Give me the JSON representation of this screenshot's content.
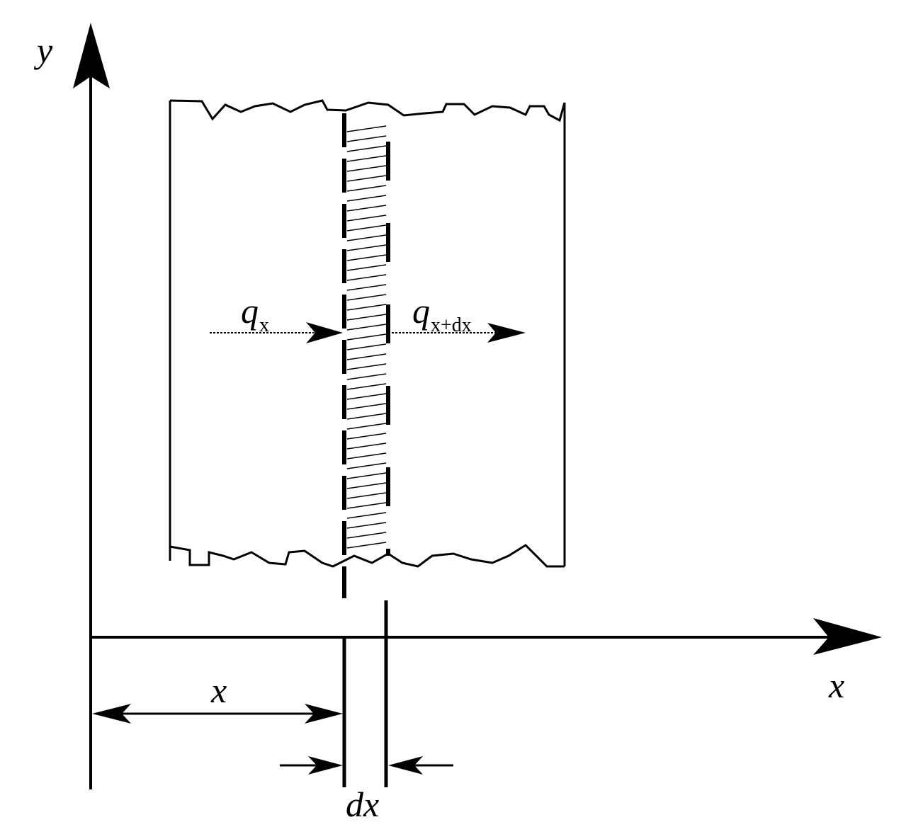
{
  "labels": {
    "y_axis": "y",
    "x_axis": "x",
    "x_distance": "x",
    "dx_width": "dx",
    "q_in": "q",
    "q_in_sub": "x",
    "q_out": "q",
    "q_out_sub": "x+dx"
  },
  "colors": {
    "ink": "#000000",
    "background": "#ffffff"
  }
}
